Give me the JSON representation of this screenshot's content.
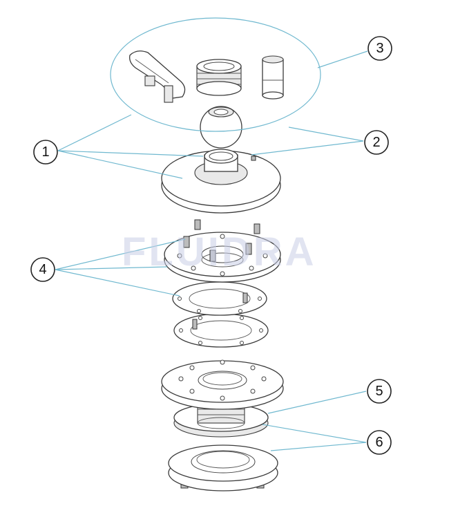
{
  "watermark": "FLUIDRA",
  "callouts": [
    {
      "id": "1",
      "label": "1"
    },
    {
      "id": "2",
      "label": "2"
    },
    {
      "id": "3",
      "label": "3"
    },
    {
      "id": "4",
      "label": "4"
    },
    {
      "id": "5",
      "label": "5"
    },
    {
      "id": "6",
      "label": "6"
    }
  ]
}
